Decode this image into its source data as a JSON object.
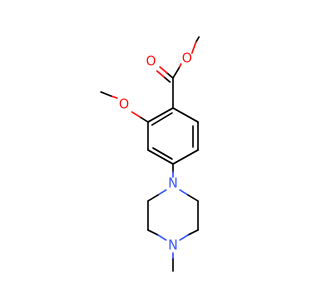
{
  "molecule": {
    "atoms": {
      "o_carbonyl": {
        "symbol": "O",
        "color": "#ff0d0d"
      },
      "o_ester": {
        "symbol": "O",
        "color": "#ff0d0d"
      },
      "o_methoxy": {
        "symbol": "O",
        "color": "#ff0d0d"
      },
      "n_aryl": {
        "symbol": "N",
        "color": "#3050f8"
      },
      "n_methyl": {
        "symbol": "N",
        "color": "#3050f8"
      }
    },
    "bond_color": "#000000"
  }
}
